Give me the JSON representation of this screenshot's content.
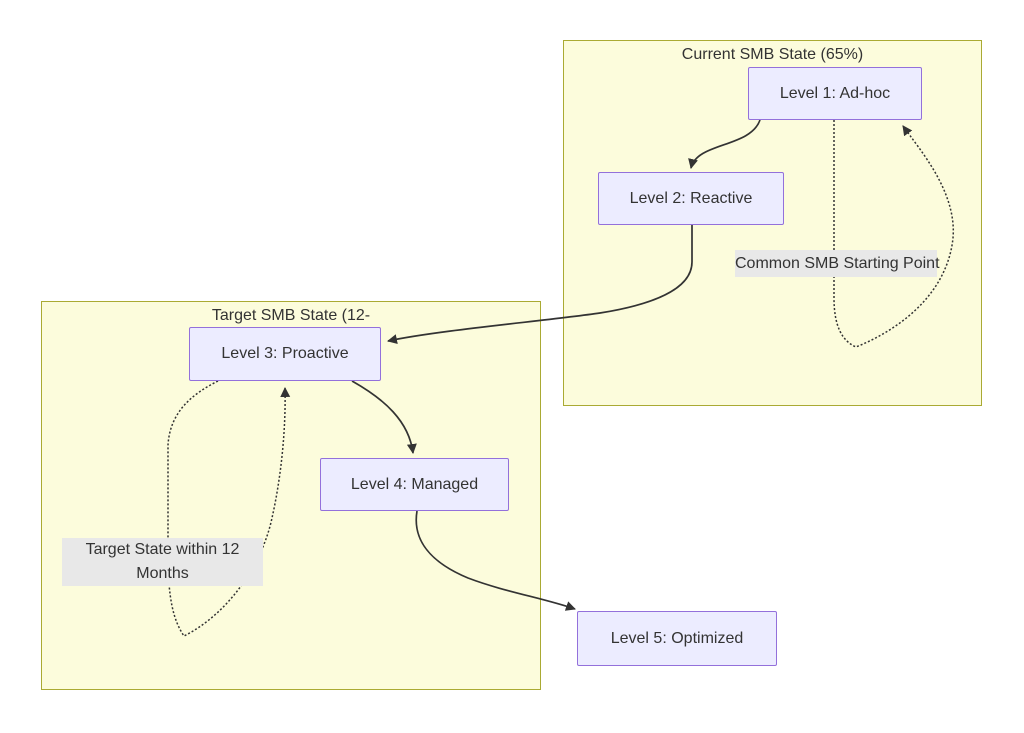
{
  "diagram": {
    "type": "flowchart",
    "clusters": {
      "current": {
        "title": "Current SMB State (65%)"
      },
      "target": {
        "title": "Target SMB State (12-"
      }
    },
    "nodes": {
      "l1": {
        "label": "Level 1: Ad-hoc"
      },
      "l2": {
        "label": "Level 2: Reactive"
      },
      "l3": {
        "label": "Level 3: Proactive"
      },
      "l4": {
        "label": "Level 4: Managed"
      },
      "l5": {
        "label": "Level 5: Optimized"
      }
    },
    "edge_labels": {
      "common": {
        "text": "Common SMB Starting Point"
      },
      "target12": {
        "lines": [
          "Target State within 12",
          "Months"
        ]
      }
    },
    "edges": [
      {
        "from": "l1",
        "to": "l2",
        "style": "solid"
      },
      {
        "from": "l2",
        "to": "l3",
        "style": "solid"
      },
      {
        "from": "l3",
        "to": "l4",
        "style": "solid"
      },
      {
        "from": "l4",
        "to": "l5",
        "style": "solid"
      },
      {
        "from": "l1",
        "to": "l1",
        "style": "dotted",
        "label": "Common SMB Starting Point"
      },
      {
        "from": "l3",
        "to": "l3",
        "style": "dotted",
        "label": "Target State within 12 Months"
      }
    ],
    "colors": {
      "cluster_fill": "#FCFCDC",
      "cluster_border": "#AAAA33",
      "node_fill": "#ECECFF",
      "node_border": "#9370DB",
      "edge_color": "#333333",
      "label_bg": "#E8E8E8",
      "text_color": "#333333",
      "page_bg": "#FFFFFF"
    }
  }
}
